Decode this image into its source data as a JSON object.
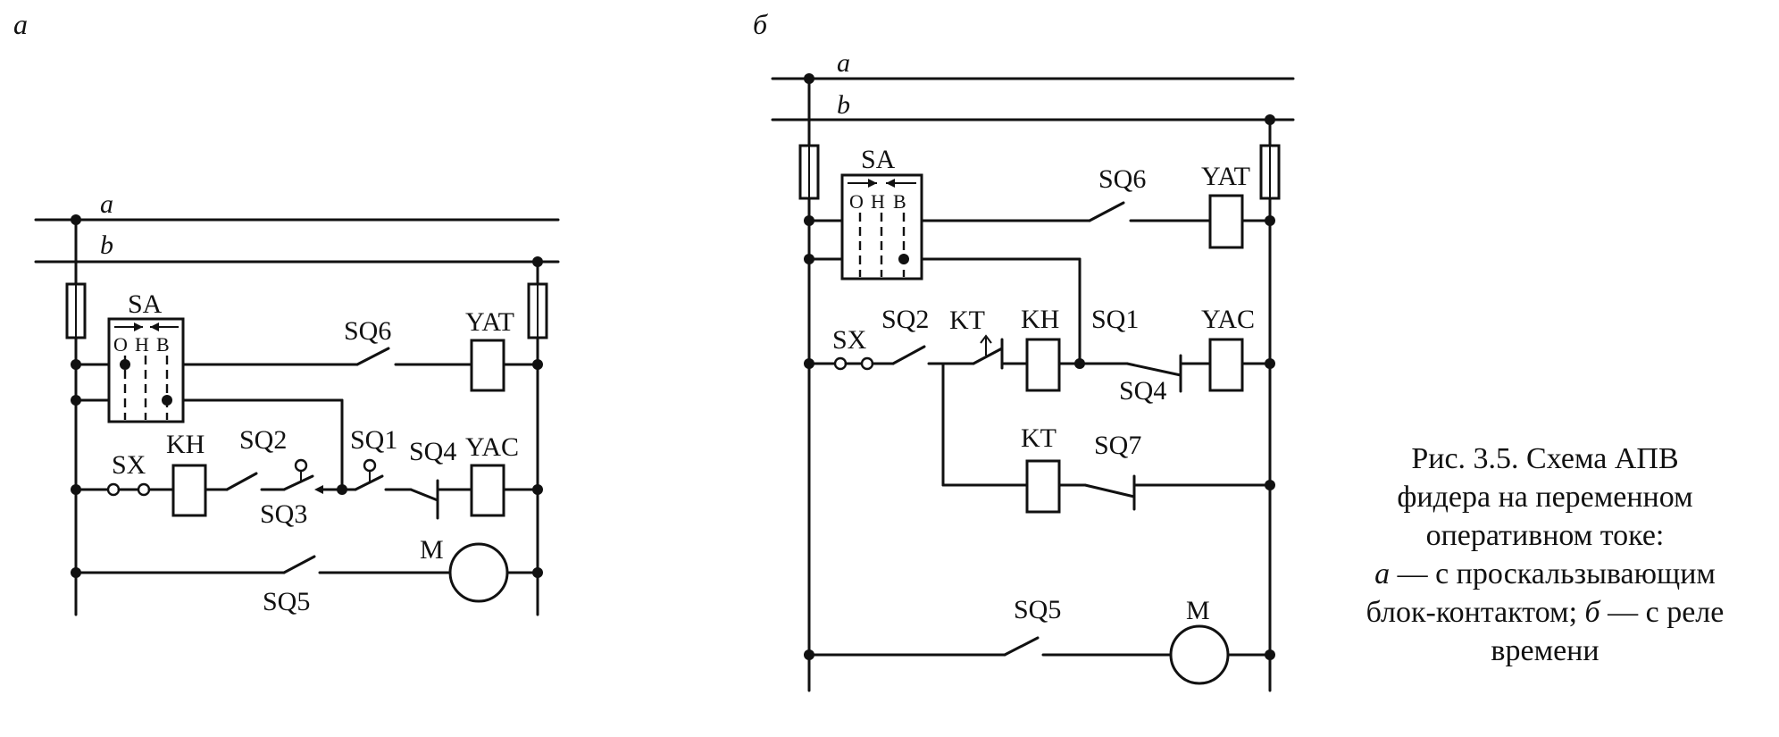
{
  "panels": {
    "a": {
      "label": "а",
      "bus_labels": [
        "a",
        "b"
      ],
      "components": {
        "switch": "SA",
        "switch_positions": [
          "О",
          "Н",
          "В"
        ],
        "relay_kh": "KH",
        "key_sx": "SX",
        "yat": "YAT",
        "yac": "YAC",
        "motor": "M",
        "contacts": [
          "SQ6",
          "SQ2",
          "SQ3",
          "SQ1",
          "SQ4",
          "SQ5"
        ]
      }
    },
    "b": {
      "label": "б",
      "bus_labels": [
        "a",
        "b"
      ],
      "components": {
        "switch": "SA",
        "switch_positions": [
          "О",
          "Н",
          "В"
        ],
        "relay_kh": "KH",
        "relay_kt": "KT",
        "relay_kt_contact": "KT",
        "key_sx": "SX",
        "yat": "YAT",
        "yac": "YAC",
        "motor": "M",
        "contacts": [
          "SQ6",
          "SQ2",
          "SQ1",
          "SQ4",
          "SQ7",
          "SQ5"
        ]
      }
    }
  },
  "caption": {
    "line1": "Рис. 3.5. Схема АПВ",
    "line2": "фидера на переменном",
    "line3": "оперативном токе:",
    "line4_var": "а",
    "line4_text": " — с проскальзывающим",
    "line5_text": "блок-контактом; ",
    "line5_var": "б",
    "line5_rest": " — с реле",
    "line6": "времени"
  }
}
